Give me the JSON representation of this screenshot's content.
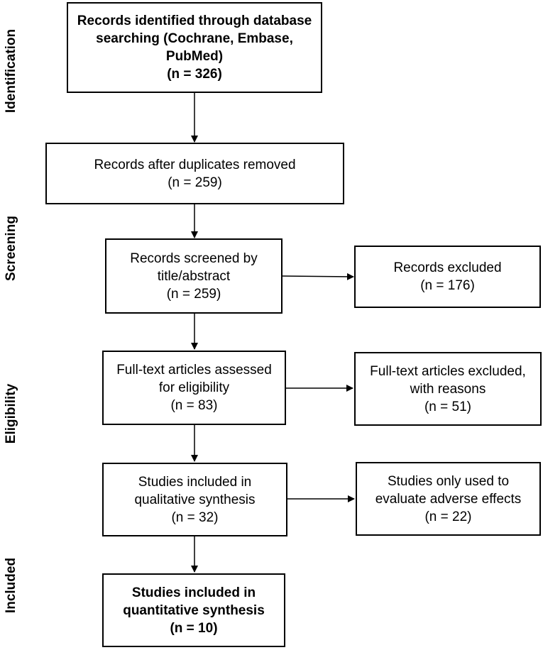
{
  "phases": {
    "identification": "Identification",
    "screening": "Screening",
    "eligibility": "Eligibility",
    "included": "Included"
  },
  "boxes": {
    "identified": {
      "lines": [
        "Records identified through database",
        "searching (Cochrane, Embase,",
        "PubMed)",
        "(n = 326)"
      ]
    },
    "duplicates_removed": {
      "lines": [
        "Records after duplicates removed",
        "(n = 259)"
      ]
    },
    "screened": {
      "lines": [
        "Records screened by",
        "title/abstract",
        "(n = 259)"
      ]
    },
    "excluded": {
      "lines": [
        "Records excluded",
        "(n = 176)"
      ]
    },
    "fulltext_assessed": {
      "lines": [
        "Full-text articles assessed",
        "for eligibility",
        "(n = 83)"
      ]
    },
    "fulltext_excluded": {
      "lines": [
        "Full-text articles excluded,",
        "with reasons",
        "(n = 51)"
      ]
    },
    "qualitative": {
      "lines": [
        "Studies included in",
        "qualitative synthesis",
        "(n = 32)"
      ]
    },
    "adverse_effects": {
      "lines": [
        "Studies only used  to",
        "evaluate adverse effects",
        "(n = 22)"
      ]
    },
    "quantitative": {
      "lines": [
        "Studies included in",
        "quantitative synthesis",
        "(n = 10)"
      ]
    }
  }
}
